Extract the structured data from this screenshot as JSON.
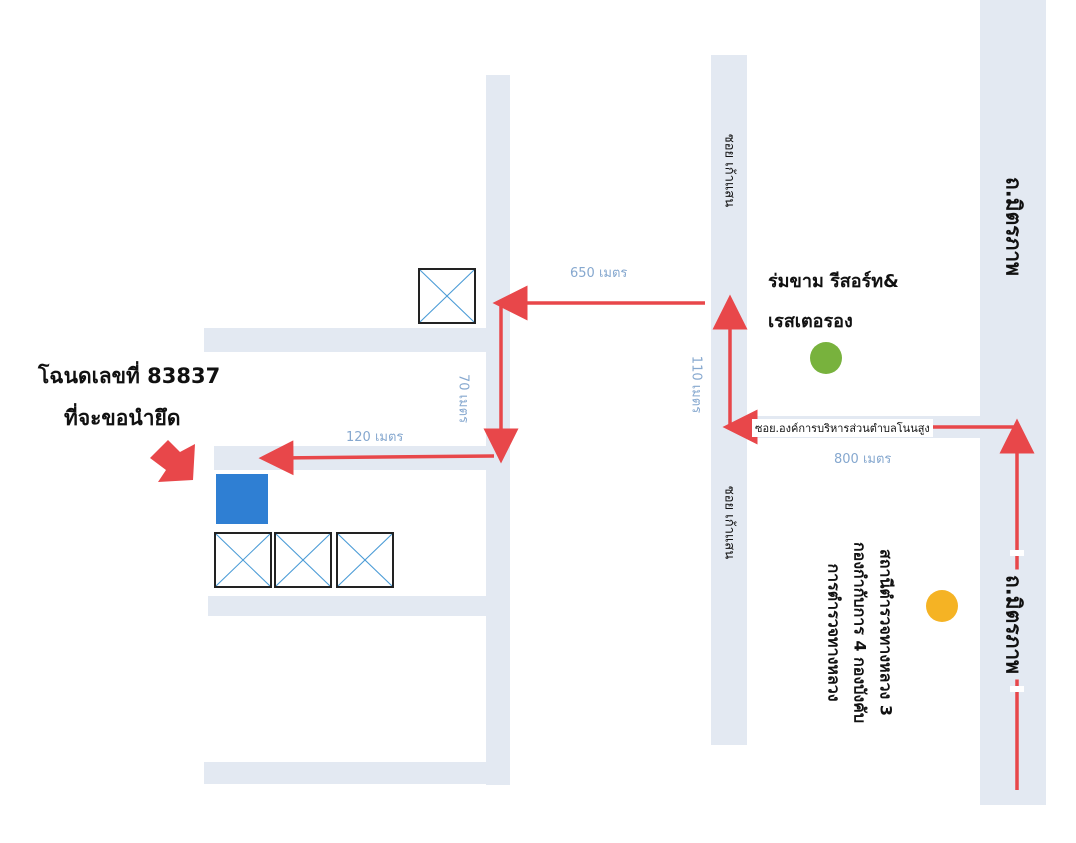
{
  "map": {
    "target_label_line1": "โฉนดเลขที่ 83837",
    "target_label_line2": "ที่จะขอนำยึด",
    "dist_650": "650 เมตร",
    "dist_70": "70 เมตร",
    "dist_120": "120 เมตร",
    "dist_110": "110 เมตร",
    "dist_800": "800 เมตร",
    "soi_koanhsan_top": "ซอย เก้าแสน",
    "soi_koanhsan_bottom": "ซอย เก้าแสน",
    "soi_org": "ซอย.องค์การบริหารส่วนตำบลโนนสูง",
    "highway_top": "ถ.มิตรภาพ",
    "highway_bottom": "ถ.มิตรภาพ",
    "resort_line1": "ร่มขาม รีสอร์ท&",
    "resort_line2": "เรสเตอรอง",
    "police_line1": "สถานีตำรวจทางหลวง 3",
    "police_line2": "กองกำกับการ 4 กองบังคับ",
    "police_line3": "การตำรวจทางหลวง",
    "colors": {
      "route": "#e8474a",
      "road": "#e3e9f2",
      "target": "#2f7fd3",
      "resort_marker": "#78b23d",
      "police_marker": "#f5b324",
      "distance_text": "#86a8cf"
    },
    "icons": {
      "plot": "empty-plot-crossed-box",
      "target_arrow": "pointer-arrow",
      "resort": "green-dot",
      "police": "orange-dot"
    }
  }
}
